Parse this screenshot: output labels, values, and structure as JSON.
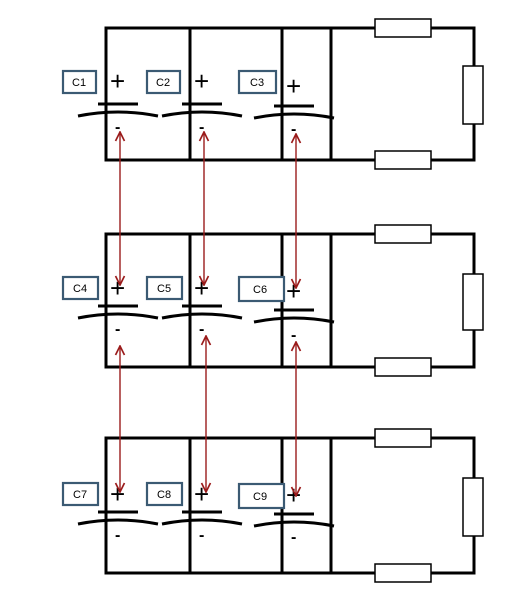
{
  "capacitors": [
    {
      "label": "C1",
      "plus": "+",
      "minus": "-"
    },
    {
      "label": "C2",
      "plus": "+",
      "minus": "-"
    },
    {
      "label": "C3",
      "plus": "+",
      "minus": "-"
    },
    {
      "label": "C4",
      "plus": "+",
      "minus": "-"
    },
    {
      "label": "C5",
      "plus": "+",
      "minus": "-"
    },
    {
      "label": "C6",
      "plus": "+",
      "minus": "-"
    },
    {
      "label": "C7",
      "plus": "+",
      "minus": "-"
    },
    {
      "label": "C8",
      "plus": "+",
      "minus": "-"
    },
    {
      "label": "C9",
      "plus": "+",
      "minus": "-"
    }
  ],
  "colors": {
    "wire": "#000000",
    "link": "#9b1c1c",
    "label_border": "#3b5a73"
  }
}
